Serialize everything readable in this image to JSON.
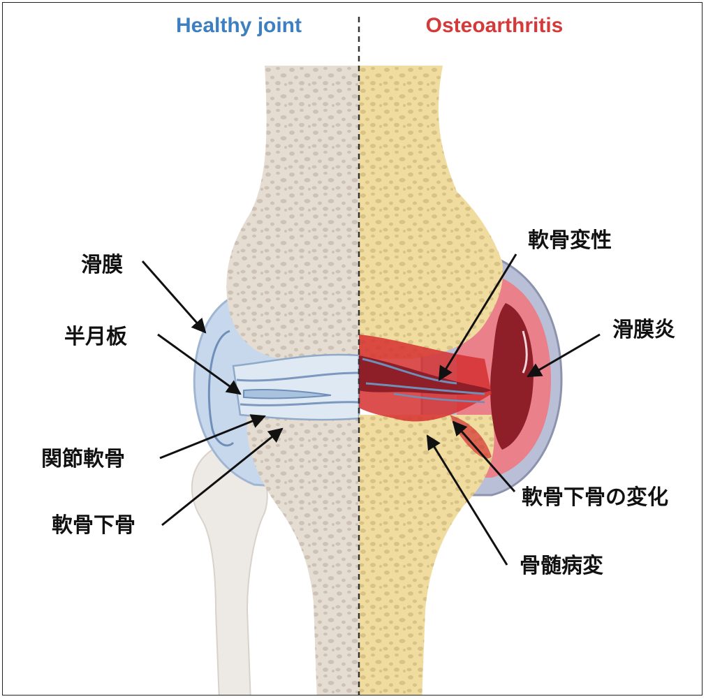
{
  "headings": {
    "healthy": "Healthy joint",
    "oa": "Osteoarthritis"
  },
  "labels": {
    "synovium": "滑膜",
    "meniscus": "半月板",
    "articular_cartilage": "関節軟骨",
    "subchondral_bone": "軟骨下骨",
    "cartilage_degeneration": "軟骨変性",
    "synovitis": "滑膜炎",
    "subchondral_bone_change": "軟骨下骨の変化",
    "bone_marrow_lesion": "骨髄病変"
  },
  "colors": {
    "healthy_heading": "#3d7fc0",
    "oa_heading": "#d43a3a",
    "healthy_bone": "#e6ddd2",
    "healthy_bone_spots": "#c9bdb0",
    "oa_bone": "#f1dca0",
    "oa_bone_spots": "#d3bd82",
    "synovium_blue": "#c7d8ec",
    "inflamed_red": "#d63030",
    "dark_red": "#8e1e28"
  }
}
